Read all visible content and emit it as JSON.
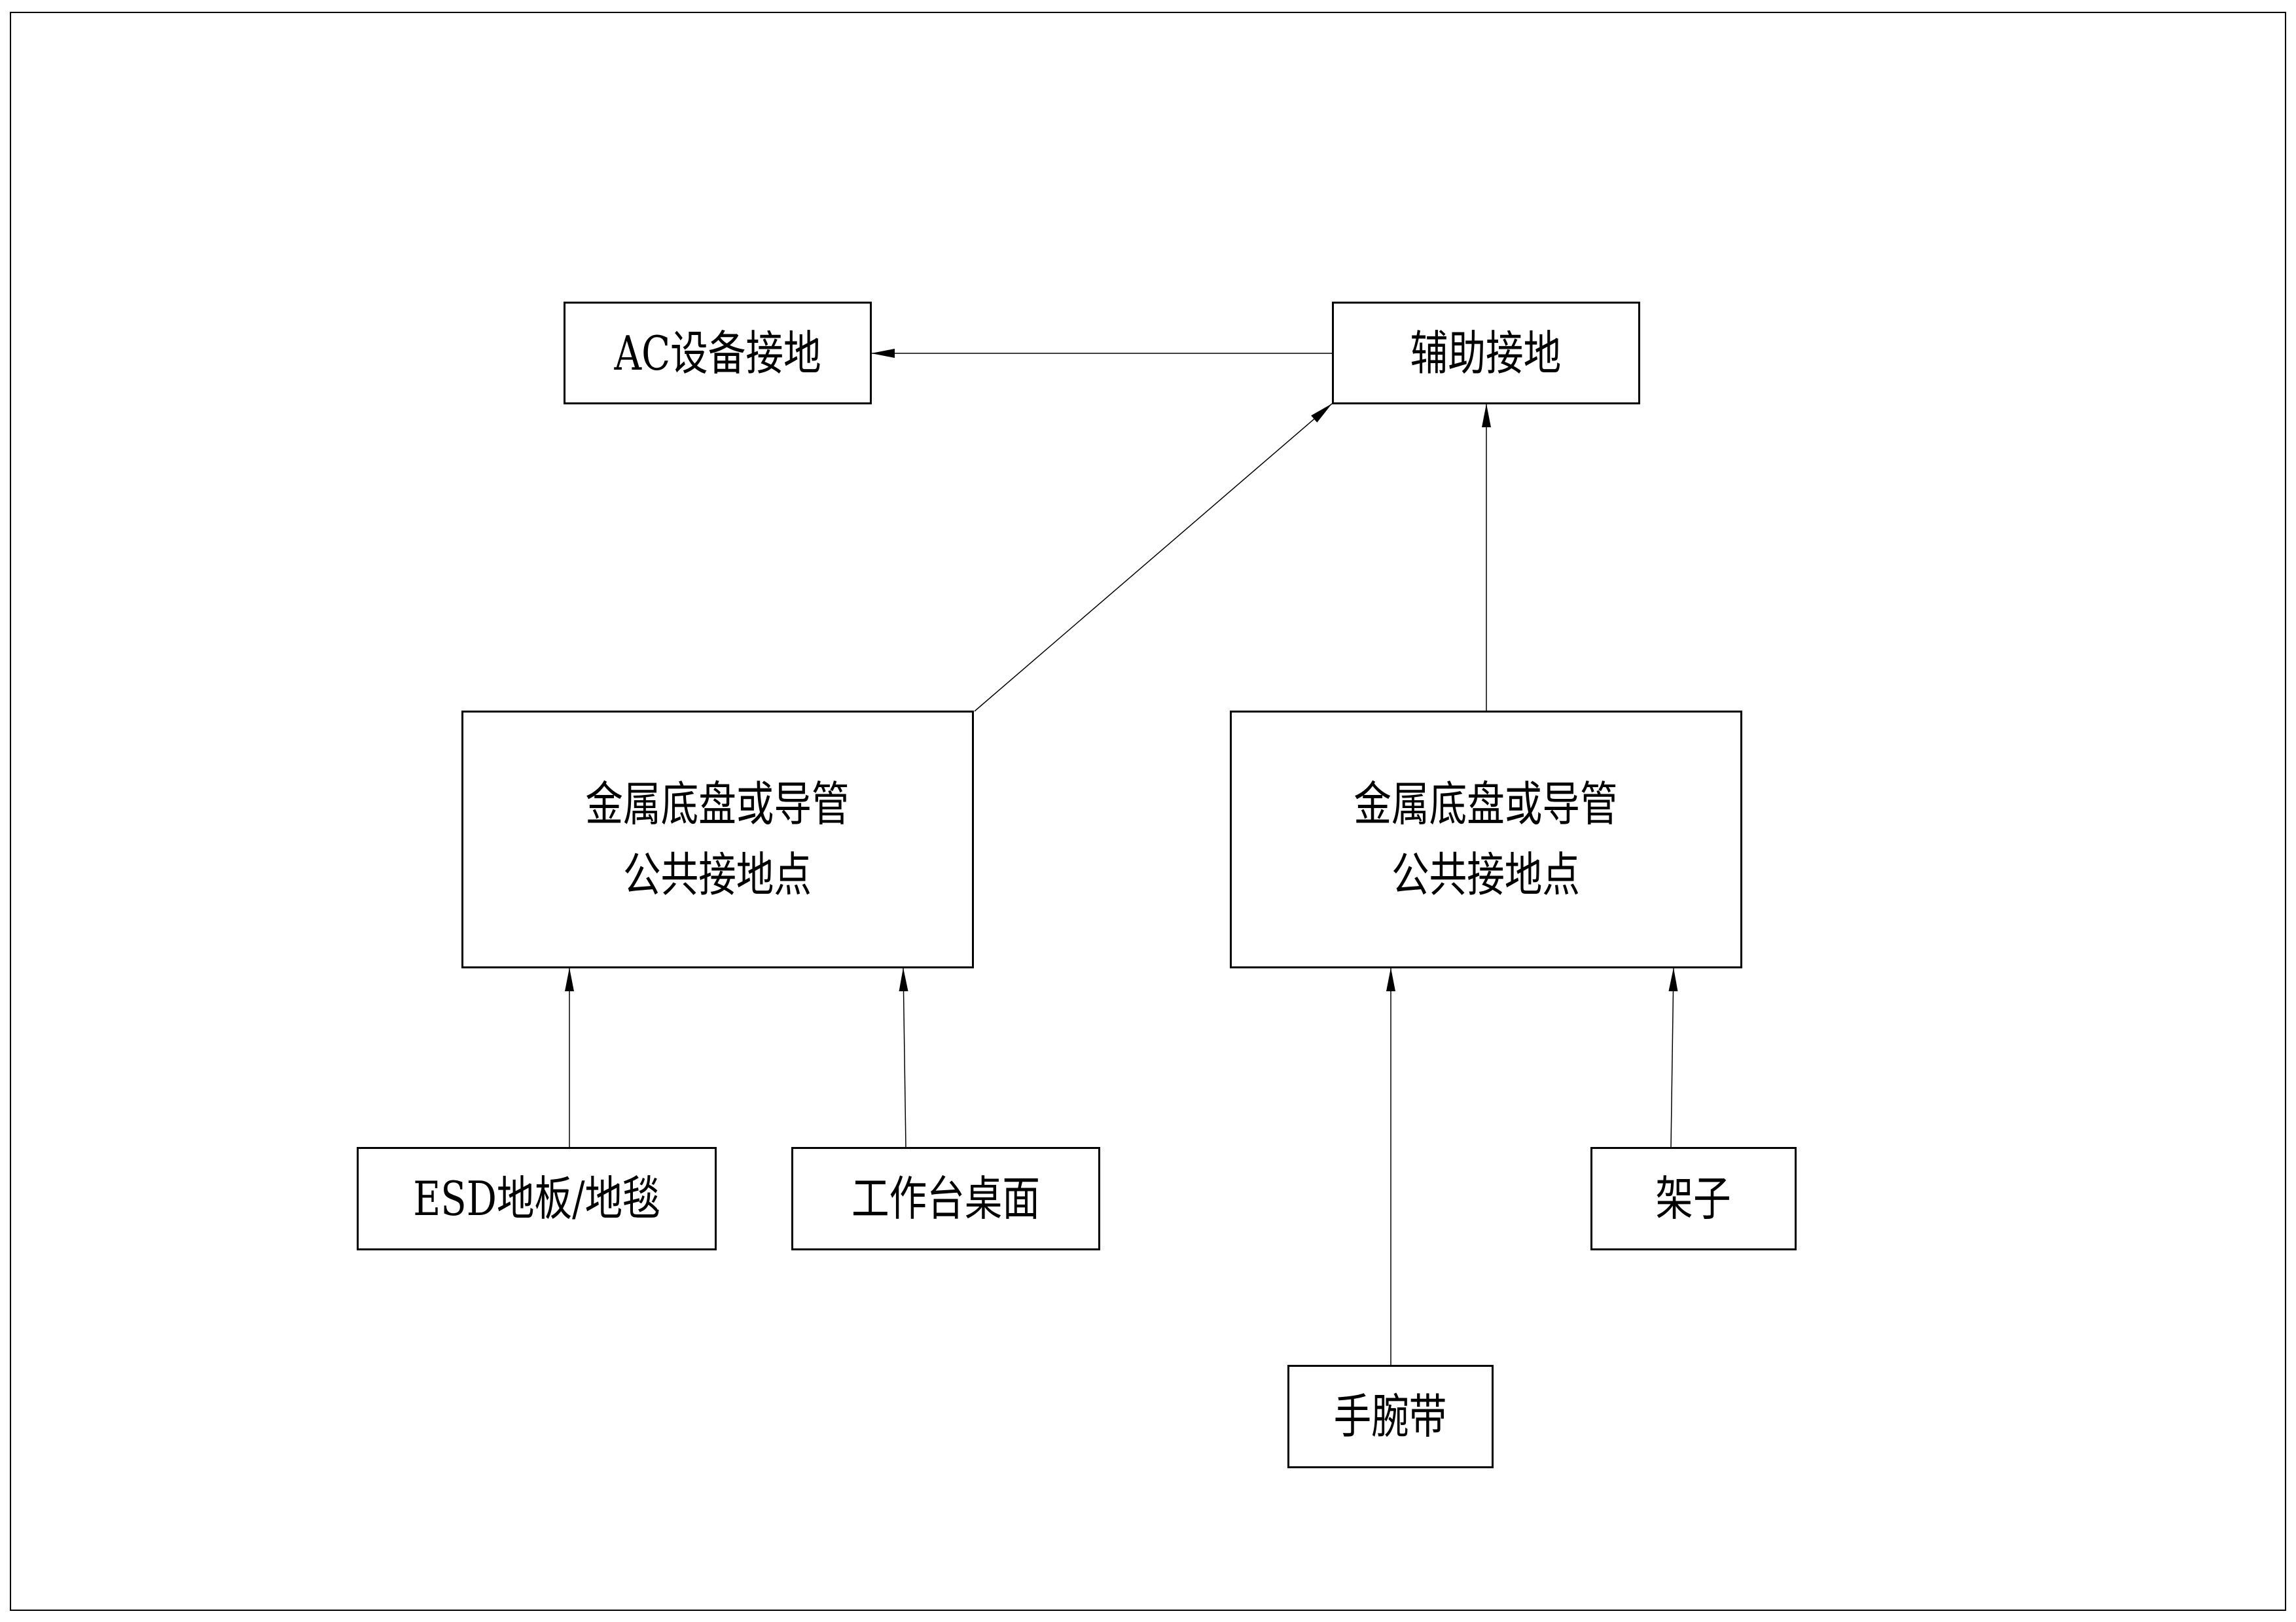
{
  "nodes": {
    "ac_ground": "AC设备接地",
    "aux_ground": "辅助接地",
    "chassis_left": {
      "line1": "金属底盘或导管",
      "line2": "公共接地点"
    },
    "chassis_right": {
      "line1": "金属底盘或导管",
      "line2": "公共接地点"
    },
    "esd_floor": "ESD地板/地毯",
    "workbench": "工作台桌面",
    "shelf": "架子",
    "wrist_strap": "手腕带"
  },
  "edges": [
    {
      "from": "aux_ground",
      "to": "ac_ground"
    },
    {
      "from": "chassis_left",
      "to": "aux_ground"
    },
    {
      "from": "chassis_right",
      "to": "aux_ground"
    },
    {
      "from": "esd_floor",
      "to": "chassis_left"
    },
    {
      "from": "workbench",
      "to": "chassis_left"
    },
    {
      "from": "wrist_strap",
      "to": "chassis_right"
    },
    {
      "from": "shelf",
      "to": "chassis_right"
    }
  ]
}
